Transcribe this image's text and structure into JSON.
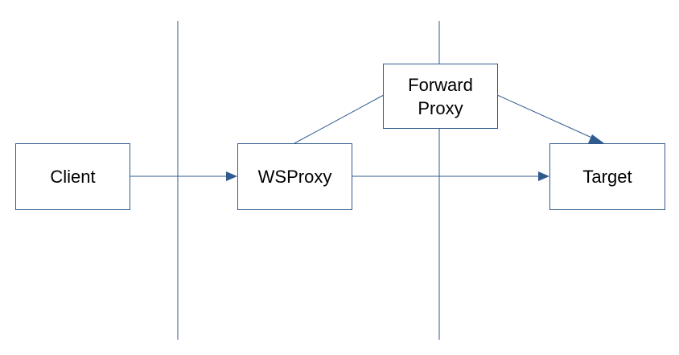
{
  "colors": {
    "stroke": "#2f5b8f",
    "text": "#000000",
    "background": "#ffffff"
  },
  "nodes": {
    "client": {
      "label": "Client"
    },
    "wsproxy": {
      "label": "WSProxy"
    },
    "forward_proxy": {
      "label_line1": "Forward",
      "label_line2": "Proxy"
    },
    "target": {
      "label": "Target"
    }
  },
  "edges": [
    {
      "from": "Client",
      "to": "WSProxy",
      "arrow": true
    },
    {
      "from": "WSProxy",
      "to": "Target",
      "arrow": true
    },
    {
      "from": "WSProxy",
      "to": "Forward Proxy",
      "arrow": false
    },
    {
      "from": "Forward Proxy",
      "to": "Target",
      "arrow": true
    }
  ]
}
